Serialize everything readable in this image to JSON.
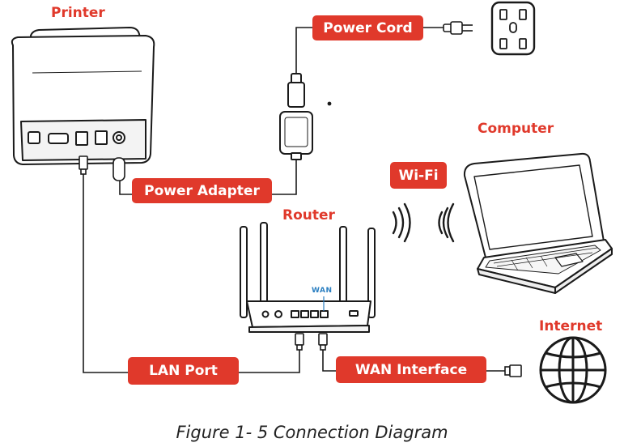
{
  "titles": {
    "printer": "Printer",
    "router": "Router",
    "computer": "Computer",
    "internet": "Internet"
  },
  "badges": {
    "power_cord": "Power Cord",
    "power_adapter": "Power Adapter",
    "wifi": "Wi-Fi",
    "lan_port": "LAN Port",
    "wan_interface": "WAN Interface"
  },
  "router_port_label": "WAN",
  "caption": "Figure 1- 5 Connection Diagram",
  "colors": {
    "accent": "#e0392b",
    "line": "#1a1a1a",
    "wan_label": "#2b7fc1"
  }
}
